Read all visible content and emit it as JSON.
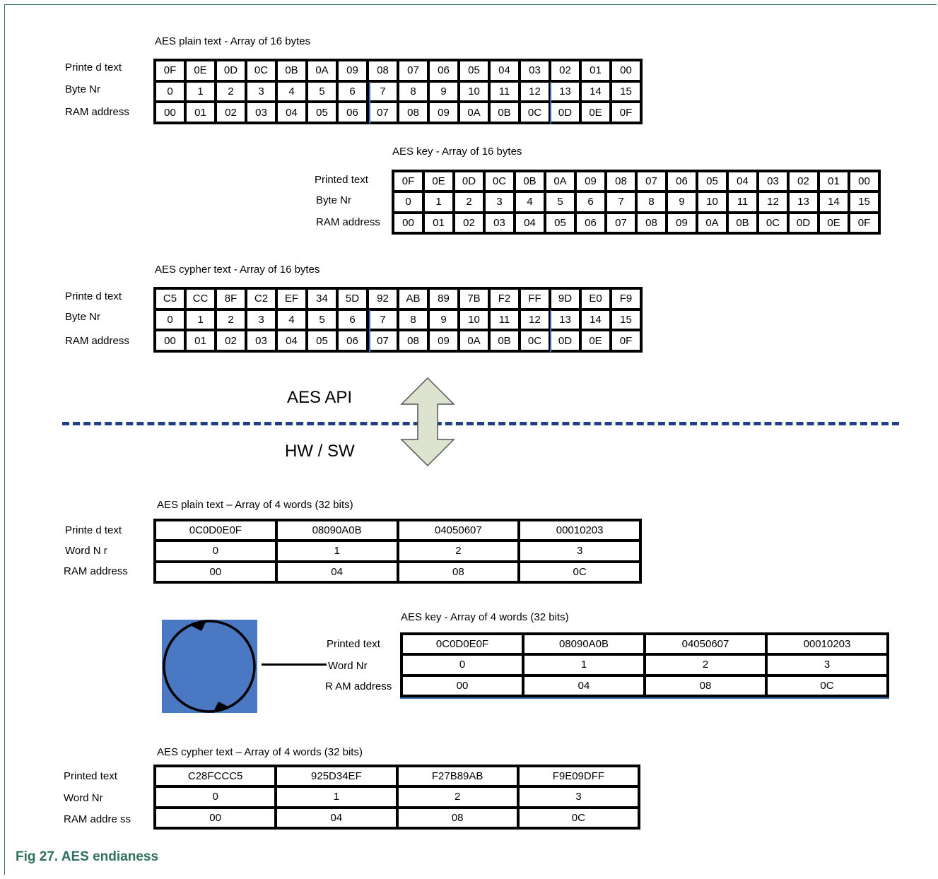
{
  "figure": {
    "caption": "Fig 27.   AES endianess"
  },
  "interface": {
    "upper_label": "AES API",
    "lower_label": "HW / SW"
  },
  "byte_arrays": [
    {
      "title": "AES plain text - Array of 16 bytes",
      "labels": [
        "Printe d text",
        "Byte Nr",
        "RAM address"
      ],
      "printed": [
        "0F",
        "0E",
        "0D",
        "0C",
        "0B",
        "0A",
        "09",
        "08",
        "07",
        "06",
        "05",
        "04",
        "03",
        "02",
        "01",
        "00"
      ],
      "byte_nr": [
        "0",
        "1",
        "2",
        "3",
        "4",
        "5",
        "6",
        "7",
        "8",
        "9",
        "10",
        "11",
        "12",
        "13",
        "14",
        "15"
      ],
      "ram": [
        "00",
        "01",
        "02",
        "03",
        "04",
        "05",
        "06",
        "07",
        "08",
        "09",
        "0A",
        "0B",
        "0C",
        "0D",
        "0E",
        "0F"
      ]
    },
    {
      "title": "AES key - Array of 16 bytes",
      "labels": [
        "Printed text",
        "Byte Nr",
        "RAM address"
      ],
      "printed": [
        "0F",
        "0E",
        "0D",
        "0C",
        "0B",
        "0A",
        "09",
        "08",
        "07",
        "06",
        "05",
        "04",
        "03",
        "02",
        "01",
        "00"
      ],
      "byte_nr": [
        "0",
        "1",
        "2",
        "3",
        "4",
        "5",
        "6",
        "7",
        "8",
        "9",
        "10",
        "11",
        "12",
        "13",
        "14",
        "15"
      ],
      "ram": [
        "00",
        "01",
        "02",
        "03",
        "04",
        "05",
        "06",
        "07",
        "08",
        "09",
        "0A",
        "0B",
        "0C",
        "0D",
        "0E",
        "0F"
      ]
    },
    {
      "title": "AES cypher text - Array of 16 bytes",
      "labels": [
        "Printe d text",
        "Byte Nr",
        "RAM address"
      ],
      "printed": [
        "C5",
        "CC",
        "8F",
        "C2",
        "EF",
        "34",
        "5D",
        "92",
        "AB",
        "89",
        "7B",
        "F2",
        "FF",
        "9D",
        "E0",
        "F9"
      ],
      "byte_nr": [
        "0",
        "1",
        "2",
        "3",
        "4",
        "5",
        "6",
        "7",
        "8",
        "9",
        "10",
        "11",
        "12",
        "13",
        "14",
        "15"
      ],
      "ram": [
        "00",
        "01",
        "02",
        "03",
        "04",
        "05",
        "06",
        "07",
        "08",
        "09",
        "0A",
        "0B",
        "0C",
        "0D",
        "0E",
        "0F"
      ]
    }
  ],
  "word_arrays": [
    {
      "title": "AES plain text – Array of 4 words (32 bits)",
      "labels": [
        "Printe d text",
        "Word N r",
        "RAM address"
      ],
      "printed": [
        "0C0D0E0F",
        "08090A0B",
        "04050607",
        "00010203"
      ],
      "word_nr": [
        "0",
        "1",
        "2",
        "3"
      ],
      "ram": [
        "00",
        "04",
        "08",
        "0C"
      ]
    },
    {
      "title": "AES key - Array of 4 words (32 bits)",
      "labels": [
        "Printed text",
        "Word Nr",
        "R AM address"
      ],
      "printed": [
        "0C0D0E0F",
        "08090A0B",
        "04050607",
        "00010203"
      ],
      "word_nr": [
        "0",
        "1",
        "2",
        "3"
      ],
      "ram": [
        "00",
        "04",
        "08",
        "0C"
      ]
    },
    {
      "title": "AES cypher text – Array of 4 words (32 bits)",
      "labels": [
        "Printed text",
        "Word Nr",
        "RAM addre ss"
      ],
      "printed": [
        "C28FCCC5",
        "925D34EF",
        "F27B89AB",
        "F9E09DFF"
      ],
      "word_nr": [
        "0",
        "1",
        "2",
        "3"
      ],
      "ram": [
        "00",
        "04",
        "08",
        "0C"
      ]
    }
  ],
  "colors": {
    "separator": "#3a6fb7",
    "dashed_line": "#1f3f88",
    "arrow_fill": "#dce4cf",
    "cycle_box": "#4a78c2",
    "caption": "#2f6f5e"
  }
}
